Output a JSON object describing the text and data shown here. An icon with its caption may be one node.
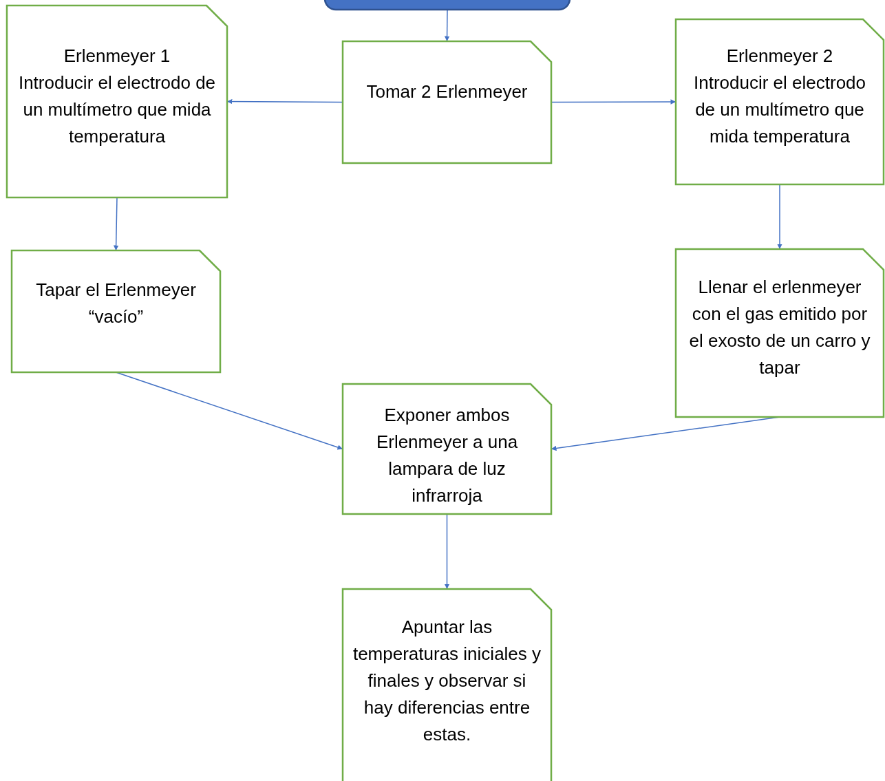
{
  "diagram": {
    "nodes": [
      {
        "text": [],
        "shape": "box"
      },
      {
        "text": [
          "Erlenmeyer 1",
          "Introducir el electrodo de un multímetro que mida temperatura"
        ]
      },
      {
        "text": [
          "Tomar 2 Erlenmeyer"
        ]
      },
      {
        "text": [
          "Erlenmeyer 2",
          "Introducir el electrodo de un multímetro que mida temperatura"
        ]
      },
      {
        "text": [
          "Tapar el Erlenmeyer “vacío”"
        ]
      },
      {
        "text": [
          "Llenar el erlenmeyer con el gas emitido por el exosto de un carro y tapar"
        ]
      },
      {
        "text": [
          "Exponer ambos Erlenmeyer a una lampara de luz infrarroja"
        ]
      },
      {
        "text": [
          "Apuntar las temperaturas iniciales y finales y observar si hay diferencias entre estas."
        ]
      }
    ],
    "edges": [
      {
        "from": 0,
        "to": 2,
        "arrow": "to"
      },
      {
        "from": 2,
        "to": 1,
        "arrow": "to"
      },
      {
        "from": 2,
        "to": 3,
        "arrow": "to"
      },
      {
        "from": 1,
        "to": 4,
        "arrow": "to"
      },
      {
        "from": 3,
        "to": 5,
        "arrow": "to"
      },
      {
        "from": 4,
        "to": 6,
        "arrow": "to"
      },
      {
        "from": 5,
        "to": 6,
        "arrow": "to"
      },
      {
        "from": 6,
        "to": 7,
        "arrow": "to"
      }
    ]
  }
}
